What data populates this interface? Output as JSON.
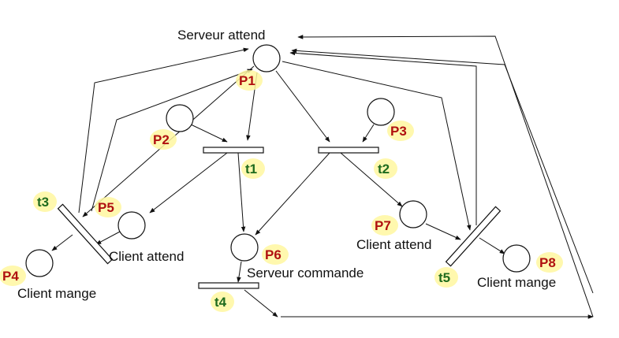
{
  "places": [
    {
      "id": "P1",
      "label": "Serveur attend"
    },
    {
      "id": "P2",
      "label": ""
    },
    {
      "id": "P3",
      "label": ""
    },
    {
      "id": "P4",
      "label": "Client mange"
    },
    {
      "id": "P5",
      "label": "Client attend"
    },
    {
      "id": "P6",
      "label": "Serveur commande"
    },
    {
      "id": "P7",
      "label": "Client attend"
    },
    {
      "id": "P8",
      "label": "Client mange"
    }
  ],
  "transitions": [
    "t1",
    "t2",
    "t3",
    "t4",
    "t5"
  ],
  "arcs": [
    {
      "from": "P1",
      "to": "t1"
    },
    {
      "from": "P2",
      "to": "t1"
    },
    {
      "from": "P1",
      "to": "t2"
    },
    {
      "from": "P3",
      "to": "t2"
    },
    {
      "from": "t1",
      "to": "P5"
    },
    {
      "from": "t1",
      "to": "P6"
    },
    {
      "from": "t2",
      "to": "P6"
    },
    {
      "from": "t2",
      "to": "P7"
    },
    {
      "from": "P1",
      "to": "t3"
    },
    {
      "from": "t3",
      "to": "P1"
    },
    {
      "from": "P5",
      "to": "t3"
    },
    {
      "from": "t3",
      "to": "P4"
    },
    {
      "from": "P6",
      "to": "t4"
    },
    {
      "from": "t4",
      "to": "P1"
    },
    {
      "from": "P1",
      "to": "t5"
    },
    {
      "from": "t5",
      "to": "P1"
    },
    {
      "from": "P7",
      "to": "t5"
    },
    {
      "from": "t5",
      "to": "P8"
    }
  ],
  "colors": {
    "place_id": "#b01010",
    "transition_id": "#1e6b1e",
    "highlight": "#fff7a0",
    "line": "#111111"
  }
}
